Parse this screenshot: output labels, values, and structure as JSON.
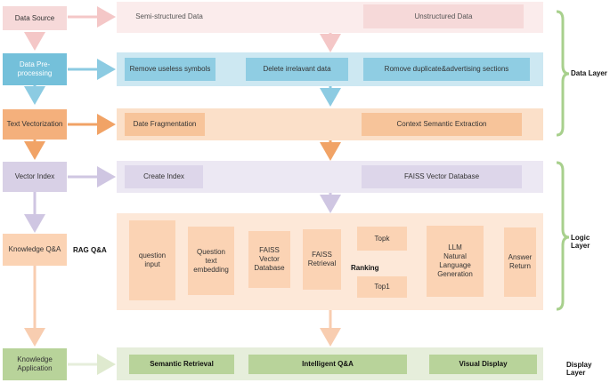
{
  "colors": {
    "source": "#f6d9d9",
    "preprocess": "#74c0da",
    "vector": "#f4b07c",
    "index": "#d8d0e6",
    "qa": "#fbd3b4",
    "app": "#b8d39a",
    "brace": "#a8d08d"
  },
  "stages": {
    "data_source": "Data Source",
    "pre_processing": "Data Pre-\nprocessing",
    "text_vectorization": "Text Vectorization",
    "vector_index": "Vector Index",
    "knowledge_qa": "Knowledge Q&A",
    "knowledge_application": "Knowledge\nApplication"
  },
  "source_row": {
    "semi": "Semi-structured Data",
    "unstructured": "Unstructured Data"
  },
  "preprocess_row": {
    "remove_symbols": "Remove useless symbols",
    "delete_irrelevant": "Delete irrelavant data",
    "remove_duplicate": "Romove duplicate&advertising sections"
  },
  "vector_row": {
    "fragmentation": "Date Fragmentation",
    "context": "Context Semantic Extraction"
  },
  "index_row": {
    "create": "Create Index",
    "faiss_db": "FAISS Vector Database"
  },
  "rag": {
    "label": "RAG Q&A",
    "question_input": "question\ninput",
    "question_embedding": "Question\ntext\nembedding",
    "faiss_database": "FAISS\nVector\nDatabase",
    "faiss_retrieval": "FAISS\nRetrieval",
    "topk": "Topk",
    "ranking": "Ranking",
    "top1": "Top1",
    "llm": "LLM\nNatural\nLanguage\nGeneration",
    "answer": "Answer\nReturn"
  },
  "display_row": {
    "semantic": "Semantic Retrieval",
    "intelligent": "Intelligent Q&A",
    "visual": "Visual Display"
  },
  "layers": {
    "data": "Data Layer",
    "logic": "Logic Layer",
    "display": "Display Layer"
  }
}
